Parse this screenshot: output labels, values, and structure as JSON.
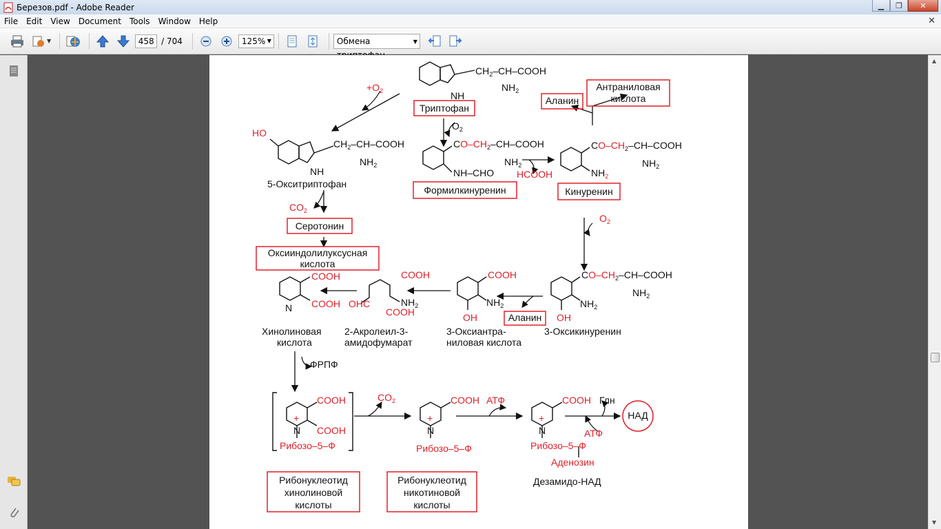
{
  "window": {
    "title": "Березов.pdf - Adobe Reader"
  },
  "menu": [
    "File",
    "Edit",
    "View",
    "Document",
    "Tools",
    "Window",
    "Help"
  ],
  "toolbar": {
    "page_current": "458",
    "page_total": "/ 704",
    "zoom": "125%",
    "find_text": "Обмена триптофан"
  },
  "diagram": {
    "tryptophan": "Триптофан",
    "hydroxytryptophan": "5-Окситриптофан",
    "formylkynurenine": "Формилкинуренин",
    "kynurenine": "Кинуренин",
    "alanine": "Аланин",
    "anthranilic": [
      "Антраниловая",
      "кислота"
    ],
    "serotonin": "Серотонин",
    "oxyindoleacetic": [
      "Оксииндолилуксусная",
      "кислота"
    ],
    "quinolinic": [
      "Хинолиновая",
      "кислота"
    ],
    "acroleyl": [
      "2-Акролеил-3-",
      "амидофумарат"
    ],
    "hydroxyanthranilic": [
      "3-Оксиантра-",
      "ниловая   кислота"
    ],
    "hydroxykynurenine": "3-Оксикинуренин",
    "frpf": "ФРПФ",
    "ribose5p": "Рибозо–5–Ф",
    "atf": "АТФ",
    "gln": "Глн",
    "nad": "НАД",
    "adenosine": "Аденозин",
    "desamido_nad": "Дезамидо-НАД",
    "ribo_quinolinic": [
      "Рибонуклеотид",
      "хинолиновой",
      "кислоты"
    ],
    "ribo_nicotinic": [
      "Рибонуклеотид",
      "никотиновой",
      "кислоты"
    ],
    "o2": "O",
    "co2": "CO",
    "hcooh": "HCOOH",
    "cooh": "COOH",
    "oh": "OH",
    "nh": "NH",
    "nh2": "NH",
    "ho": "HO",
    "n": "N",
    "chain": "–CH–COOH",
    "ch2": "CH",
    "formyl": "NH–CHO",
    "oxy_ch2": "O–CH",
    "co_c": "C",
    "plus_o2": "+O",
    "plus": "+",
    "sub2": "2",
    "ohc": "OHC"
  },
  "colors": {
    "red": "#e0202a",
    "black": "#111111"
  }
}
